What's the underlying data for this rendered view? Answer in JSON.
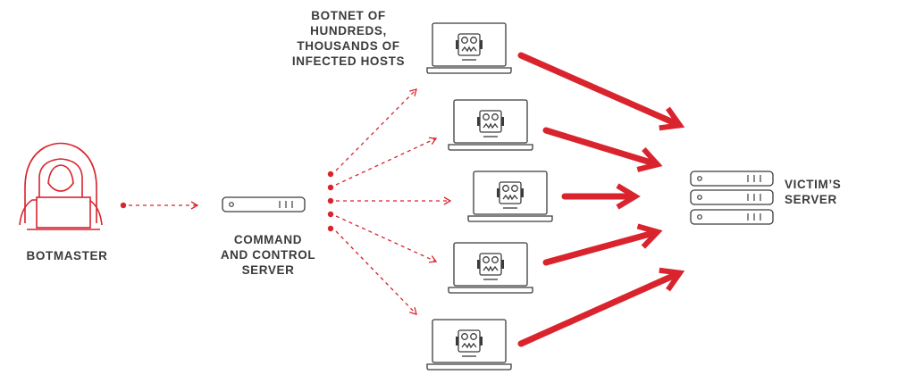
{
  "labels": {
    "botnet": [
      "BOTNET OF",
      "HUNDREDS,",
      "THOUSANDS OF",
      "INFECTED HOSTS"
    ],
    "botmaster": "BOTMASTER",
    "cnc": [
      "COMMAND",
      "AND CONTROL",
      "SERVER"
    ],
    "victim": [
      "VICTIM’S",
      "SERVER"
    ]
  },
  "icons": {
    "botmaster": "hooded-hacker-icon",
    "cnc_server": "server-icon",
    "infected_host": "laptop-robot-icon",
    "victim_server": "server-stack-icon"
  },
  "colors": {
    "accent": "#d9232d",
    "line": "#3b3b3b",
    "text": "#3b3b3b"
  }
}
